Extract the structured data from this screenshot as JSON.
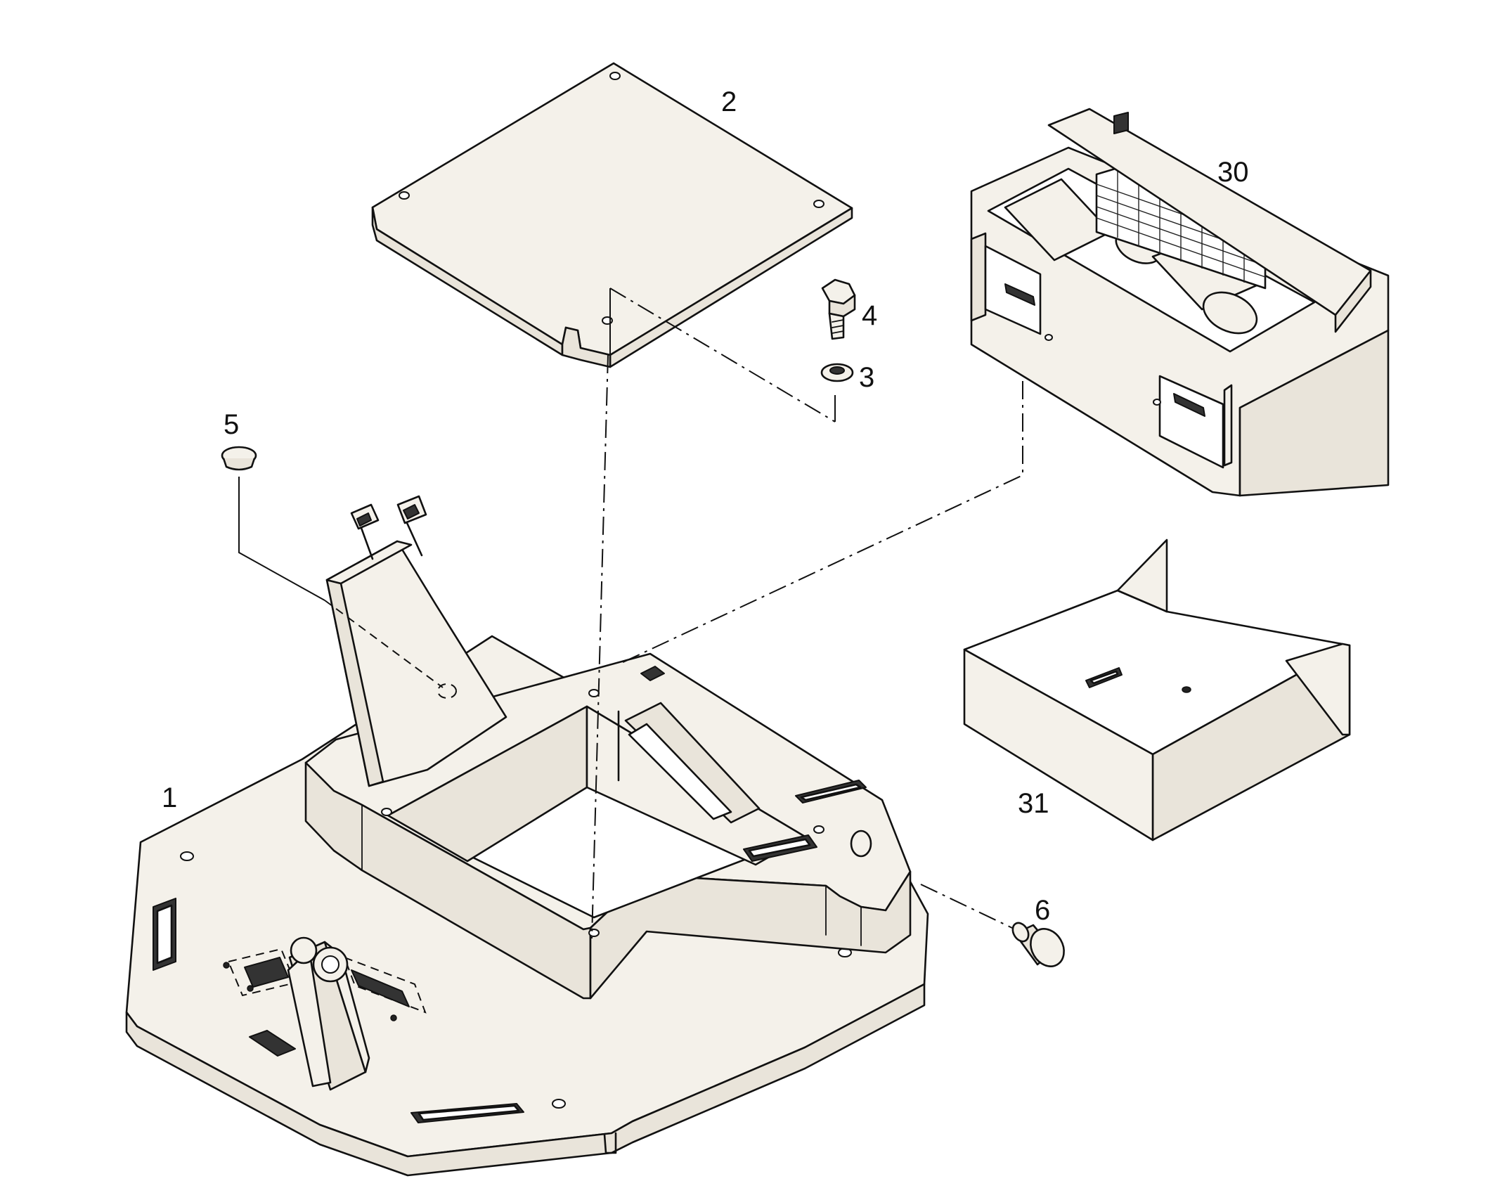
{
  "callouts": {
    "c1": "1",
    "c2": "2",
    "c3": "3",
    "c4": "4",
    "c5": "5",
    "c6": "6",
    "c30": "30",
    "c31": "31"
  }
}
